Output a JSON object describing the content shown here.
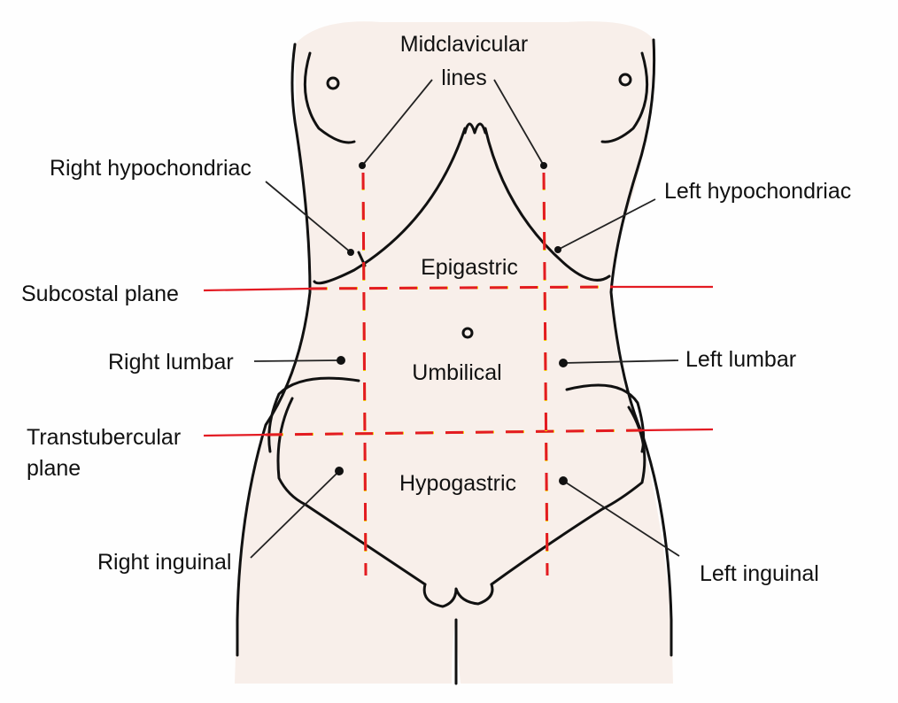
{
  "labels": {
    "midclavicular_1": "Midclavicular",
    "midclavicular_2": "lines",
    "right_hypochondriac": "Right hypochondriac",
    "left_hypochondriac": "Left hypochondriac",
    "epigastric": "Epigastric",
    "subcostal_plane": "Subcostal plane",
    "right_lumbar": "Right lumbar",
    "umbilical": "Umbilical",
    "left_lumbar": "Left lumbar",
    "transtubercular_1": "Transtubercular",
    "transtubercular_2": "plane",
    "hypogastric": "Hypogastric",
    "right_inguinal": "Right inguinal",
    "left_inguinal": "Left inguinal"
  },
  "colors": {
    "body": "#f8efea",
    "plane_line": "#e31b23",
    "dash_highlight": "#f5d400",
    "outline": "#111111"
  }
}
